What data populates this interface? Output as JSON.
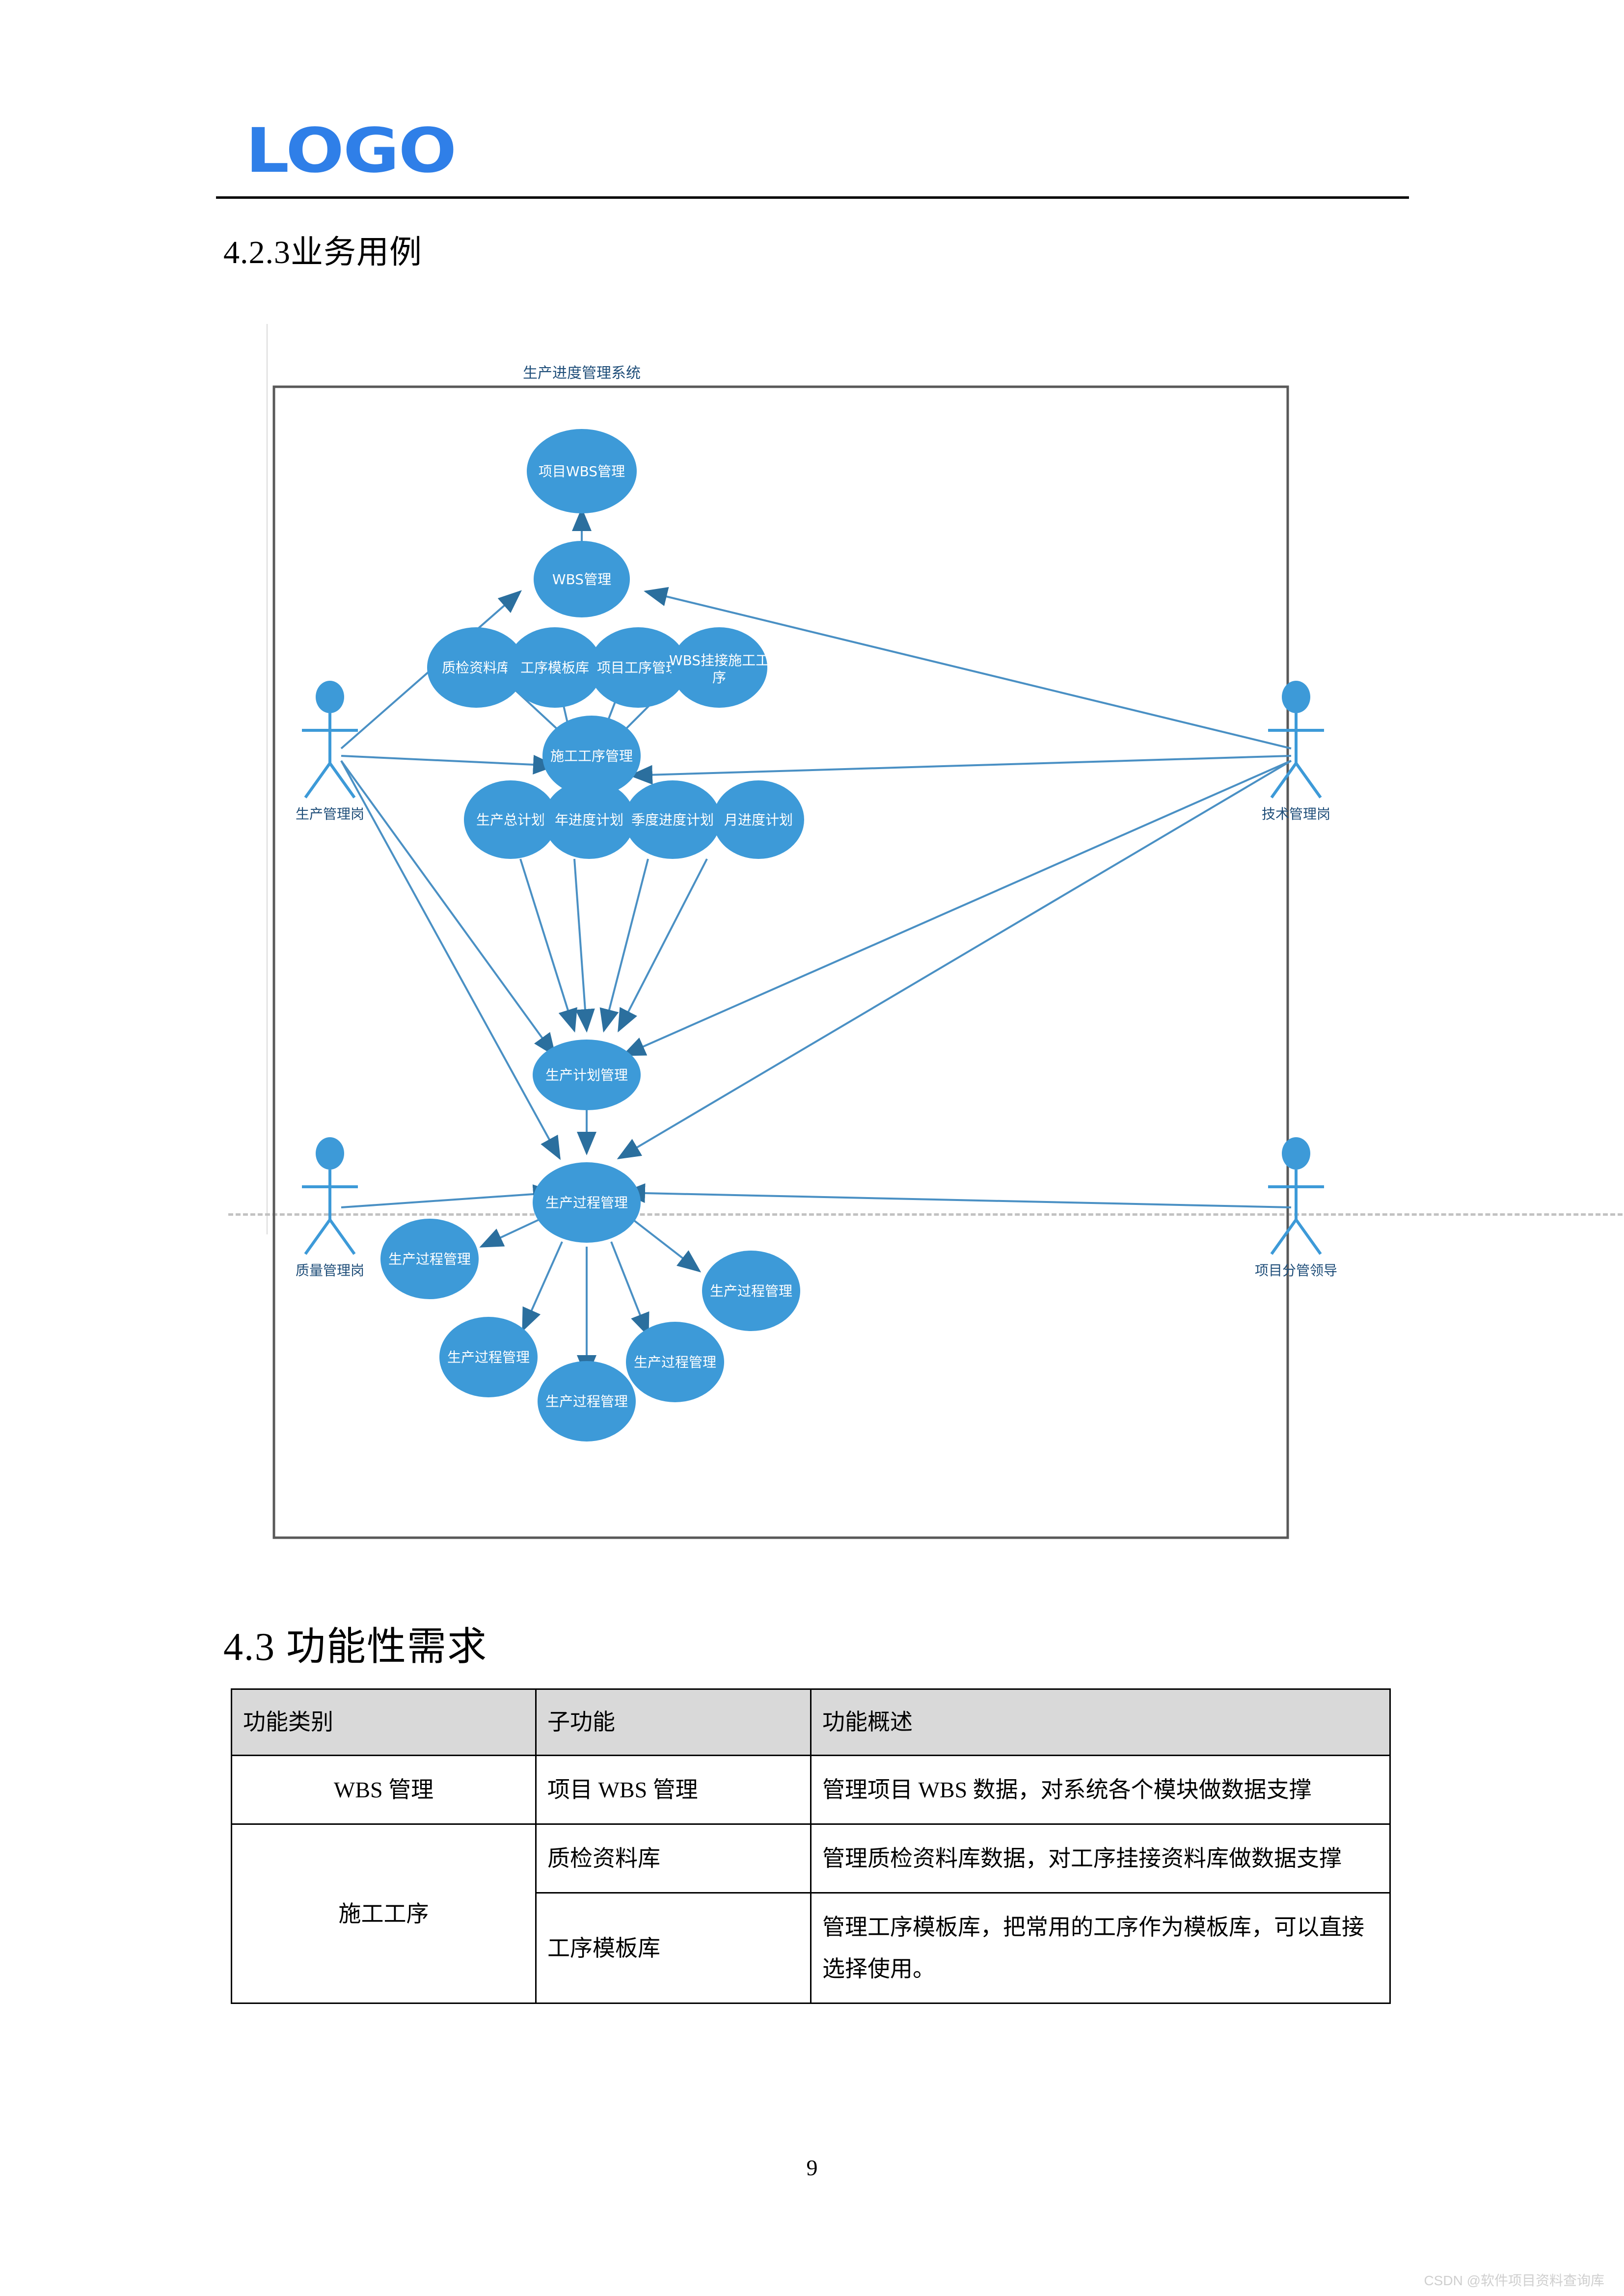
{
  "header": {
    "logo_text": "LOGO"
  },
  "headings": {
    "section_423": "4.2.3业务用例",
    "section_43": "4.3 功能性需求"
  },
  "diagram": {
    "system_boundary_title": "生产进度管理系统",
    "actors": [
      {
        "id": "actor-production-manager",
        "label": "生产管理岗",
        "position": "left-top"
      },
      {
        "id": "actor-technical-manager",
        "label": "技术管理岗",
        "position": "right-top"
      },
      {
        "id": "actor-quality-manager",
        "label": "质量管理岗",
        "position": "left-bottom"
      },
      {
        "id": "actor-project-leader",
        "label": "项目分管领导",
        "position": "right-bottom"
      }
    ],
    "use_cases": [
      {
        "id": "uc-project-wbs",
        "label": "项目WBS管理",
        "row": 1
      },
      {
        "id": "uc-wbs-manage",
        "label": "WBS管理",
        "row": 2
      },
      {
        "id": "uc-quality-archive",
        "label": "质检资料库",
        "row": 3
      },
      {
        "id": "uc-process-template",
        "label": "工序模板库",
        "row": 3
      },
      {
        "id": "uc-project-process",
        "label": "项目工序管理",
        "row": 3
      },
      {
        "id": "uc-wbs-link-process",
        "label": "WBS挂接施工工序",
        "row": 3
      },
      {
        "id": "uc-construction-process",
        "label": "施工工序管理",
        "row": 4
      },
      {
        "id": "uc-master-plan",
        "label": "生产总计划",
        "row": 5
      },
      {
        "id": "uc-year-plan",
        "label": "年进度计划",
        "row": 5
      },
      {
        "id": "uc-quarter-plan",
        "label": "季度进度计划",
        "row": 5
      },
      {
        "id": "uc-month-plan",
        "label": "月进度计划",
        "row": 5
      },
      {
        "id": "uc-plan-manage",
        "label": "生产计划管理",
        "row": 6
      },
      {
        "id": "uc-production-process-center",
        "label": "生产过程管理",
        "row": 7
      },
      {
        "id": "uc-production-process-1",
        "label": "生产过程管理",
        "row": 8
      },
      {
        "id": "uc-production-process-2",
        "label": "生产过程管理",
        "row": 8
      },
      {
        "id": "uc-production-process-3",
        "label": "生产过程管理",
        "row": 8
      },
      {
        "id": "uc-production-process-4",
        "label": "生产过程管理",
        "row": 8
      },
      {
        "id": "uc-production-process-5",
        "label": "生产过程管理",
        "row": 8
      }
    ],
    "colors": {
      "ellipse_fill": "#3d9ad8",
      "ellipse_text": "#ffffff",
      "actor_stroke": "#3d9ad8",
      "connector": "#4a90c4",
      "boundary_stroke": "#595959",
      "title_text": "#1f4e79",
      "actor_label": "#1f4e79"
    }
  },
  "table": {
    "headers": [
      "功能类别",
      "子功能",
      "功能概述"
    ],
    "rows": [
      {
        "category": "WBS 管理",
        "category_rowspan": 1,
        "subfunction": "项目 WBS 管理",
        "description": "管理项目 WBS 数据，对系统各个模块做数据支撑"
      },
      {
        "category": "施工工序",
        "category_rowspan": 2,
        "subfunction": "质检资料库",
        "description": "管理质检资料库数据，对工序挂接资料库做数据支撑"
      },
      {
        "category": null,
        "category_rowspan": 0,
        "subfunction": "工序模板库",
        "description": "管理工序模板库，把常用的工序作为模板库，可以直接选择使用。"
      }
    ]
  },
  "footer": {
    "page_number": "9",
    "watermark": "CSDN @软件项目资料查询库"
  }
}
